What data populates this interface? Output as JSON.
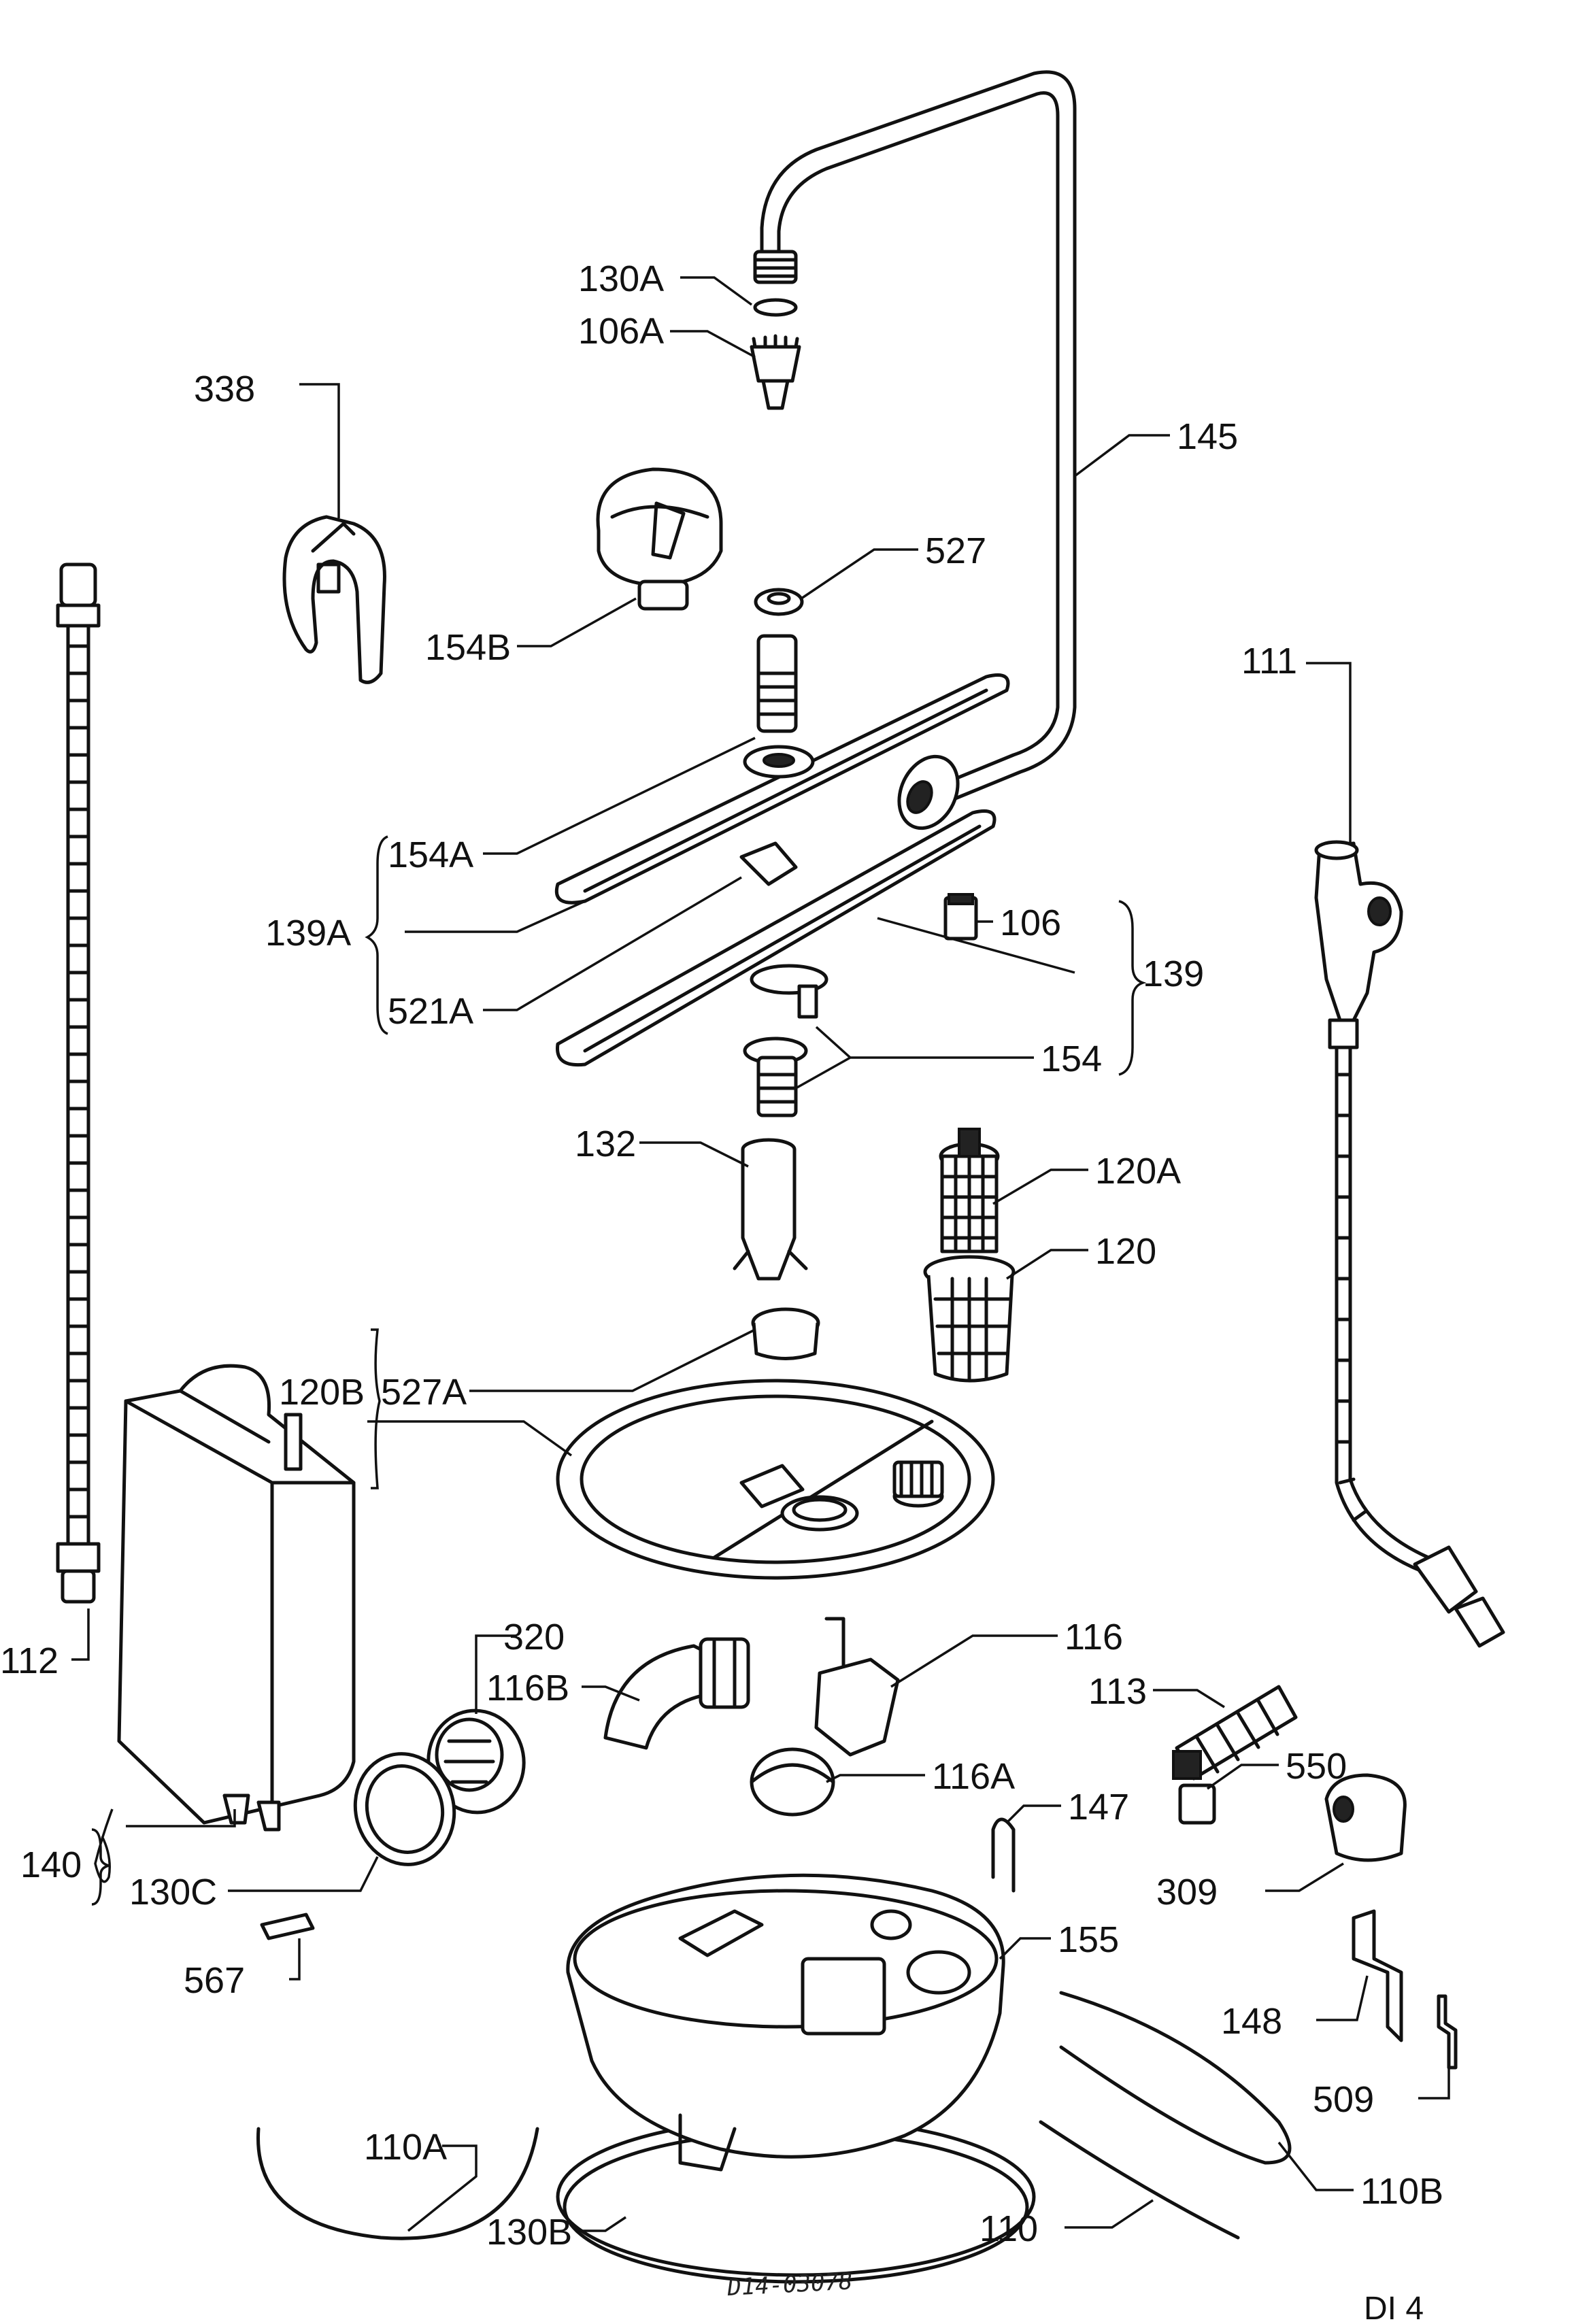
{
  "diagram": {
    "drawing_number": "D14-03078",
    "page_code": "DI 4",
    "labels": {
      "p130A": "130A",
      "p106A": "106A",
      "p145": "145",
      "p338": "338",
      "p527": "527",
      "p154B": "154B",
      "p111": "111",
      "p154A": "154A",
      "p139A": "139A",
      "p521A": "521A",
      "p106": "106",
      "p139": "139",
      "p154": "154",
      "p132": "132",
      "p120A": "120A",
      "p120": "120",
      "p120B": "120B",
      "p527A": "527A",
      "p112": "112",
      "p320": "320",
      "p116B": "116B",
      "p116": "116",
      "p113": "113",
      "p116A": "116A",
      "p550": "550",
      "p147": "147",
      "p140": "140",
      "p130C": "130C",
      "p309": "309",
      "p155": "155",
      "p567": "567",
      "p148": "148",
      "p509": "509",
      "p110A": "110A",
      "p110B": "110B",
      "p130B": "130B",
      "p110": "110"
    }
  }
}
